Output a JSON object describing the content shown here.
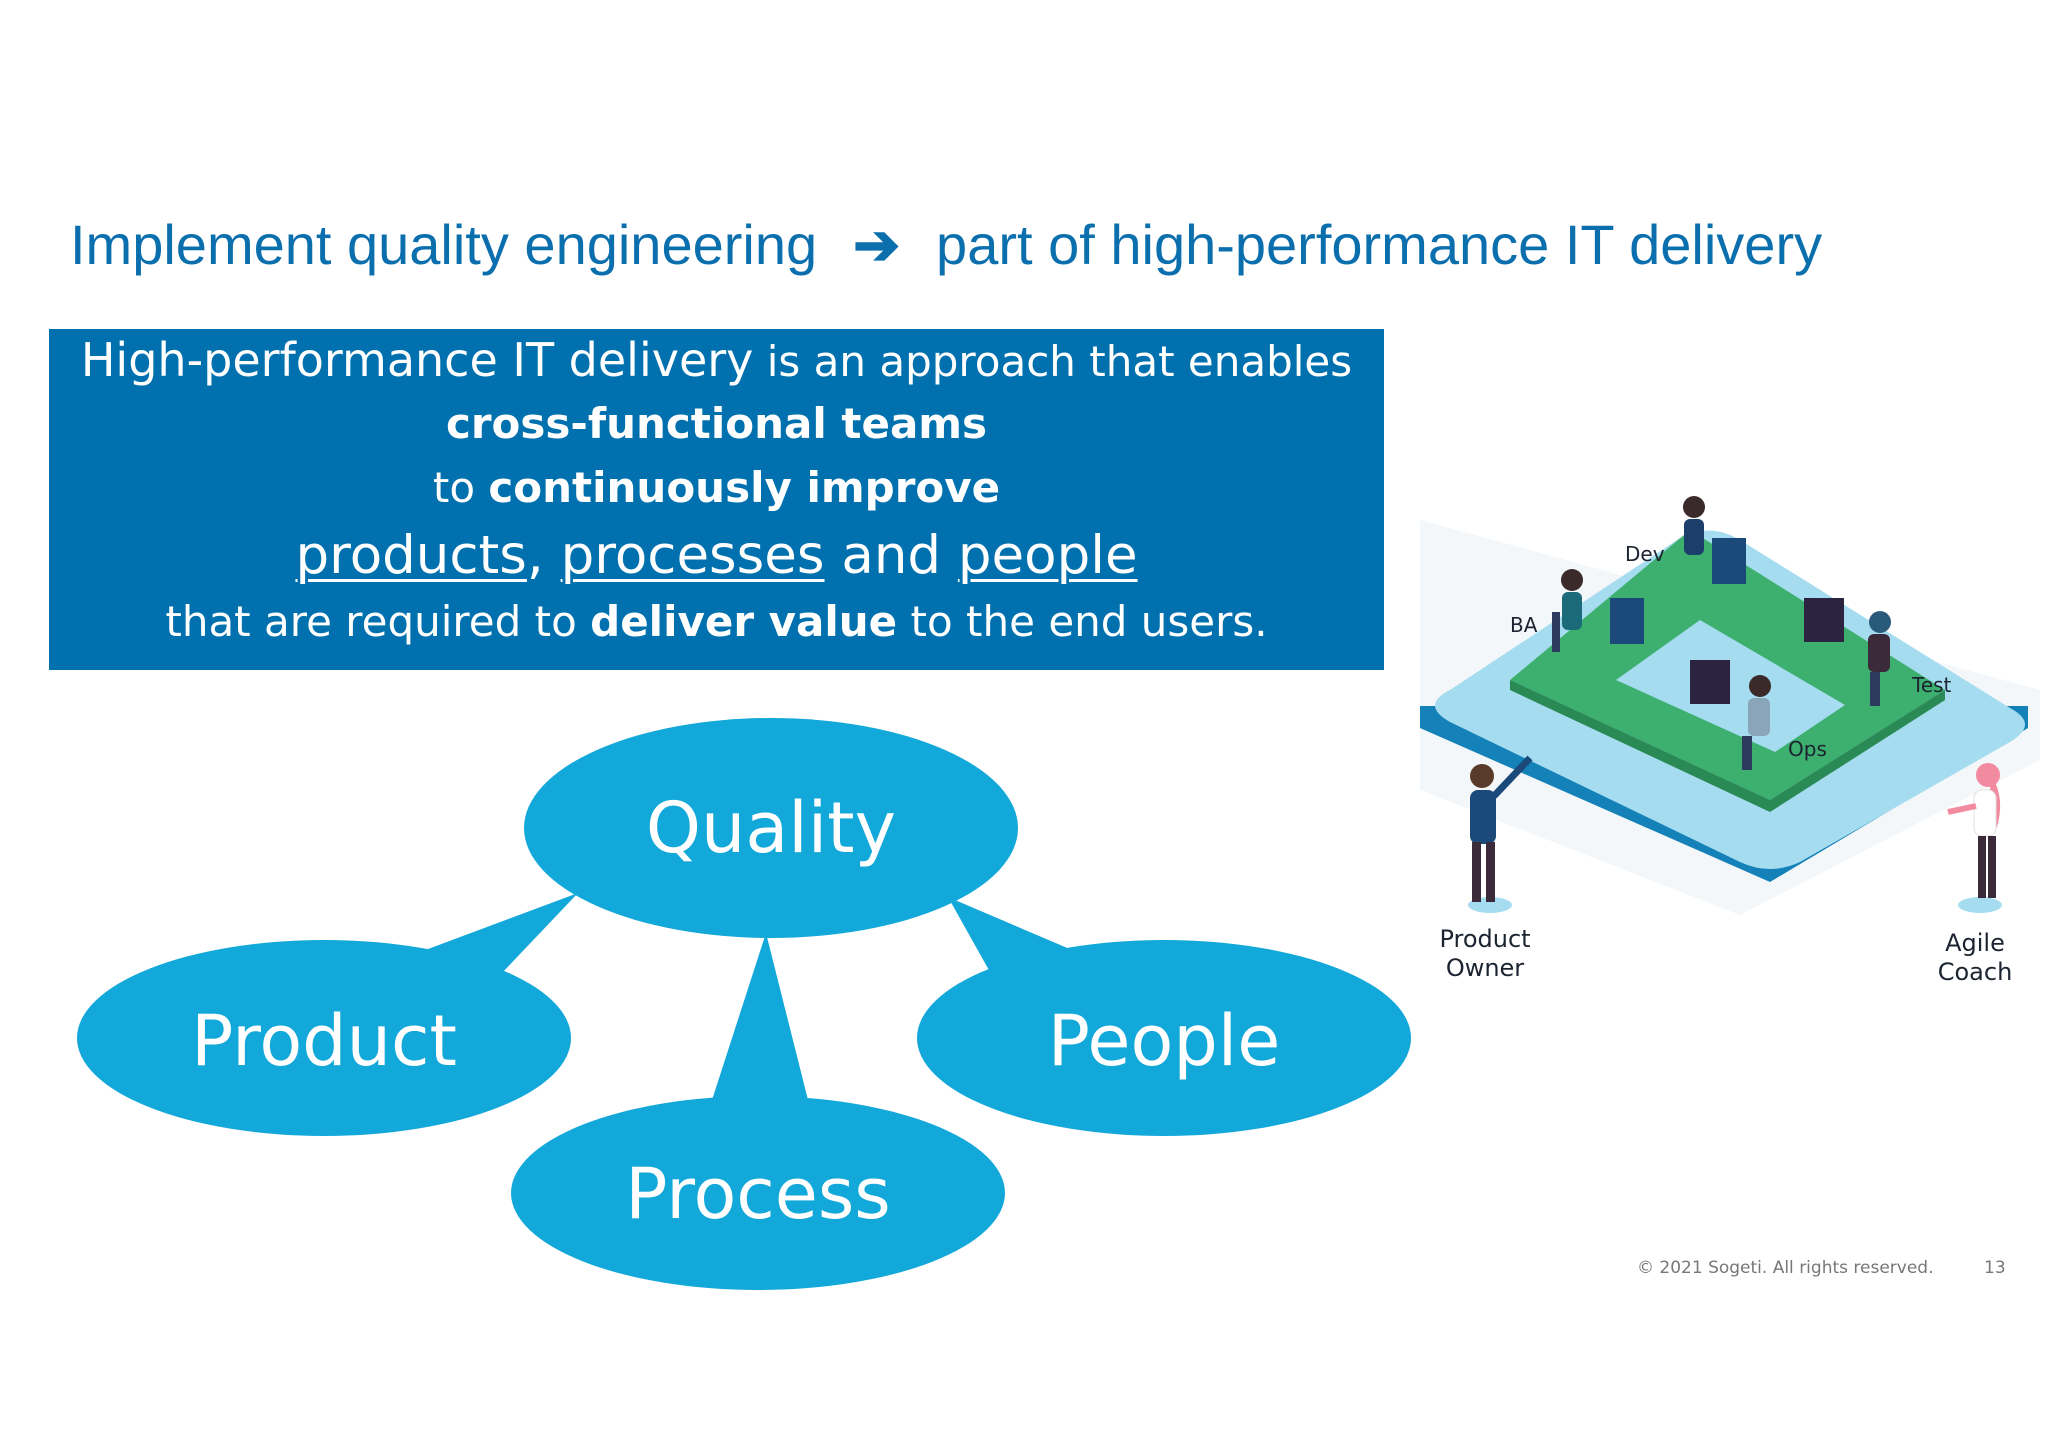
{
  "title": {
    "left": "Implement quality engineering",
    "arrow": "➔",
    "right": "part of high-performance IT delivery"
  },
  "definition": {
    "line1_term": "High-performance IT delivery",
    "line1_rest": " is an approach that enables",
    "line2_bold": "cross-functional teams",
    "line3_to": "to ",
    "line3_bold": "continuously improve",
    "line4_products": "products",
    "line4_comma": ", ",
    "line4_processes": "processes",
    "line4_and": " and ",
    "line4_people": "people",
    "line5_start": "that are required to ",
    "line5_bold": "deliver value",
    "line5_end": " to the end users."
  },
  "diagram": {
    "center": "Quality",
    "left": "Product",
    "bottom": "Process",
    "right": "People",
    "ellipse_color": "#13a8da"
  },
  "illustration": {
    "roles": {
      "dev": "Dev",
      "ba": "BA",
      "test": "Test",
      "ops": "Ops",
      "product_owner_1": "Product",
      "product_owner_2": "Owner",
      "agile_coach_1": "Agile",
      "agile_coach_2": "Coach"
    }
  },
  "footer": {
    "copyright": "© 2021 Sogeti. All rights reserved.",
    "page_number": "13"
  },
  "colors": {
    "title": "#0b6fae",
    "box_bg": "#0070ae",
    "ellipse": "#13a8da",
    "platform": "#a5dcef",
    "table": "#3daf6f"
  }
}
